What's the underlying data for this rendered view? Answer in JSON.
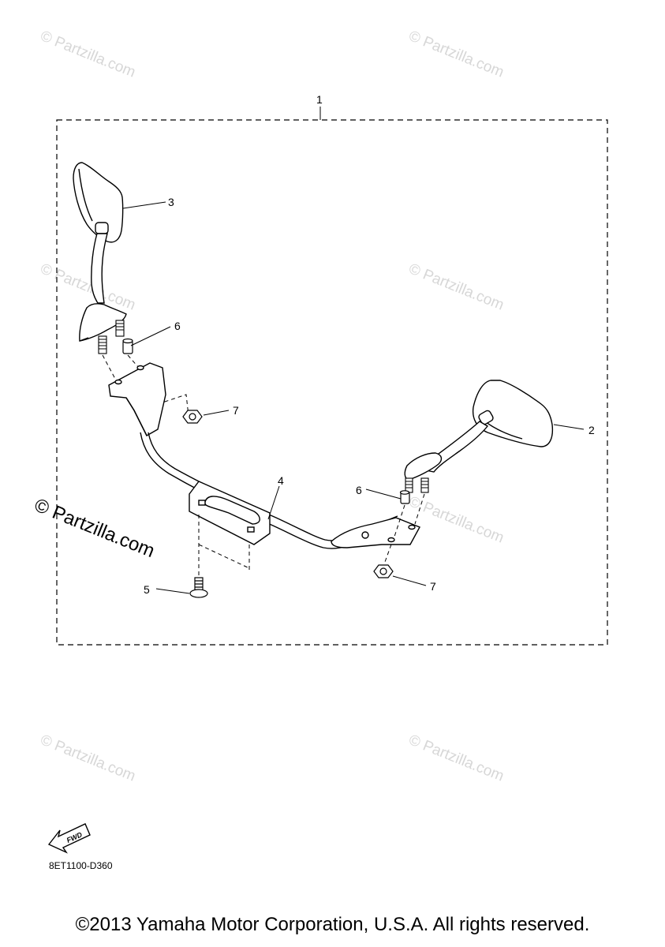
{
  "watermark": {
    "text": "© Partzilla.com"
  },
  "callouts": [
    "1",
    "2",
    "3",
    "4",
    "5",
    "6",
    "6",
    "7",
    "7"
  ],
  "fwd_label": "FWD",
  "diagram_code": "8ET1100-D360",
  "copyright": "©2013 Yamaha Motor Corporation, U.S.A. All rights reserved.",
  "colors": {
    "line": "#000000",
    "watermark": "#d7d7d7",
    "background": "#ffffff"
  }
}
